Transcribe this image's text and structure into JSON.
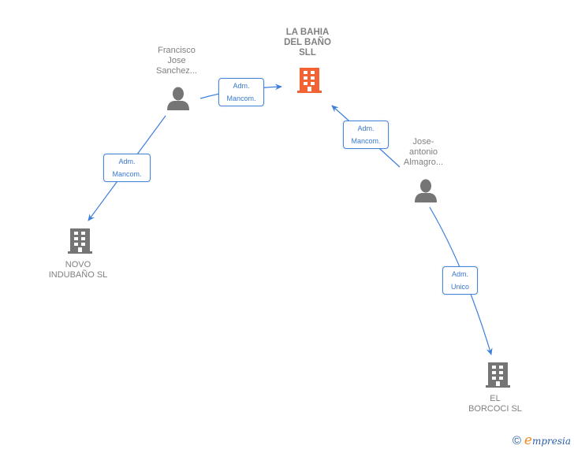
{
  "diagram": {
    "colors": {
      "edge": "#3d7fd9",
      "main_company": "#f26233",
      "company": "#757575",
      "person": "#757575"
    },
    "nodes": [
      {
        "id": "la_bahia",
        "type": "company",
        "main": true,
        "label": "LA BAHIA\nDEL BAÑO\nSLL"
      },
      {
        "id": "francisco",
        "type": "person",
        "label": "Francisco\nJose\nSanchez..."
      },
      {
        "id": "jose_antonio",
        "type": "person",
        "label": "Jose-\nantonio\nAlmagro..."
      },
      {
        "id": "novo",
        "type": "company",
        "label": "NOVO\nINDUBAÑO SL"
      },
      {
        "id": "borcoci",
        "type": "company",
        "label": "EL\nBORCOCI SL"
      }
    ],
    "edges": [
      {
        "from": "francisco",
        "to": "la_bahia",
        "label": "Adm.\nMancom."
      },
      {
        "from": "jose_antonio",
        "to": "la_bahia",
        "label": "Adm.\nMancom."
      },
      {
        "from": "francisco",
        "to": "novo",
        "label": "Adm.\nMancom."
      },
      {
        "from": "jose_antonio",
        "to": "borcoci",
        "label": "Adm.\nUnico"
      }
    ]
  },
  "footer": {
    "copyright_symbol": "©",
    "brand_initial": "e",
    "brand_rest": "mpresia"
  }
}
